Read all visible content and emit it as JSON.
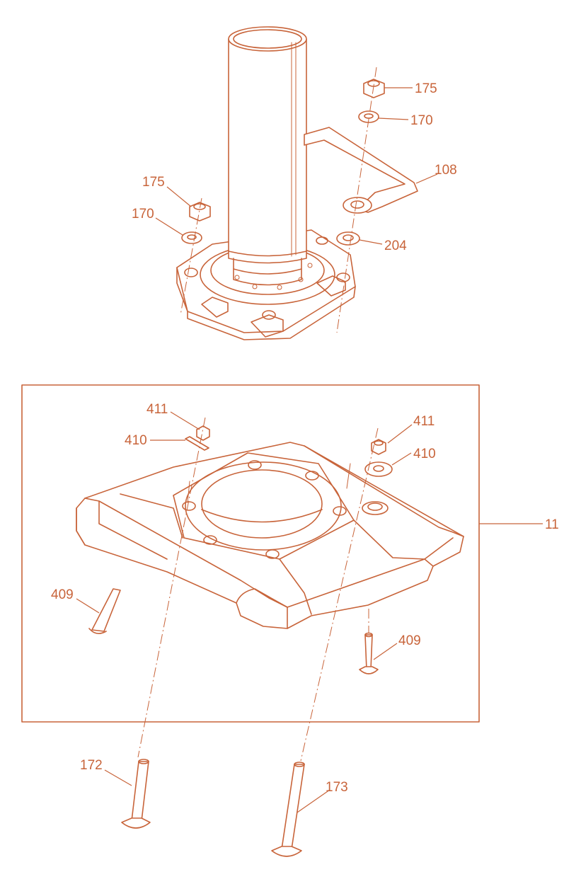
{
  "colors": {
    "line": "#c8643a",
    "background": "#ffffff"
  },
  "callouts": [
    {
      "id": "c175a",
      "text": "175"
    },
    {
      "id": "c170a",
      "text": "170"
    },
    {
      "id": "c108",
      "text": "108"
    },
    {
      "id": "c175b",
      "text": "175"
    },
    {
      "id": "c170b",
      "text": "170"
    },
    {
      "id": "c204",
      "text": "204"
    },
    {
      "id": "c411a",
      "text": "411"
    },
    {
      "id": "c410a",
      "text": "410"
    },
    {
      "id": "c411b",
      "text": "411"
    },
    {
      "id": "c410b",
      "text": "410"
    },
    {
      "id": "c11",
      "text": "11"
    },
    {
      "id": "c409a",
      "text": "409"
    },
    {
      "id": "c409b",
      "text": "409"
    },
    {
      "id": "c172",
      "text": "172"
    },
    {
      "id": "c173",
      "text": "173"
    }
  ]
}
